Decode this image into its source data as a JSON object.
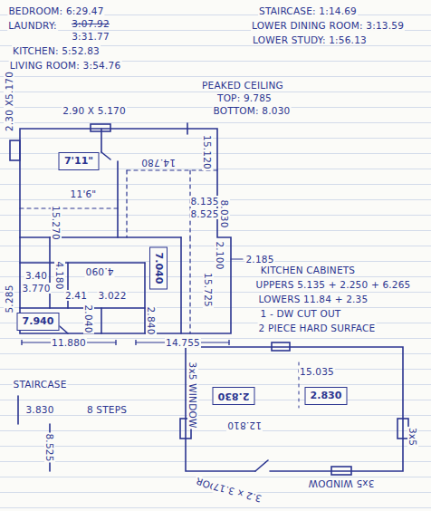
{
  "diagram": {
    "nodes": [
      {
        "text": [
          "7'11\""
        ]
      },
      {
        "text": [
          "7.040"
        ]
      },
      {
        "text": [
          "7.940"
        ]
      },
      {
        "text": [
          "2.830"
        ]
      },
      {
        "text": [
          "2.830"
        ]
      }
    ],
    "labels": [
      "BEDROOM: 6:29.47",
      "LAUNDRY:",
      "3:07.92",
      "3:31.77",
      "KITCHEN: 5:52.83",
      "LIVING ROOM: 3:54.76",
      "STAIRCASE: 1:14.69",
      "LOWER DINING ROOM: 3:13.59",
      "LOWER STUDY: 1:56.13",
      "PEAKED CEILING",
      "TOP: 9.785",
      "BOTTOM: 8.030",
      "2.30 X5.170",
      "2.90 X 5.170",
      "11'6\"",
      "15.270",
      "14.780",
      "15.120",
      "8.135",
      "8.525",
      "8.030",
      "2.185",
      "2.100",
      "15.725",
      "4.090",
      "4.180",
      "3.40",
      "3.770",
      "5.285",
      "2.41",
      "3.022",
      "2.040",
      "2.840",
      "11.880",
      "14.755",
      "KITCHEN CABINETS",
      "UPPERS 5.135 + 2.250 + 6.265",
      "LOWERS 11.84 + 2.35",
      "1 - DW CUT OUT",
      "2 PIECE HARD SURFACE",
      "STAIRCASE",
      "3.830",
      "8 STEPS",
      "8.525",
      "3x5 WINDOW",
      "12.810",
      "15.035",
      "3x5",
      "3x5 WINDOW",
      "DOOR",
      "3.2 x 3.17"
    ]
  }
}
